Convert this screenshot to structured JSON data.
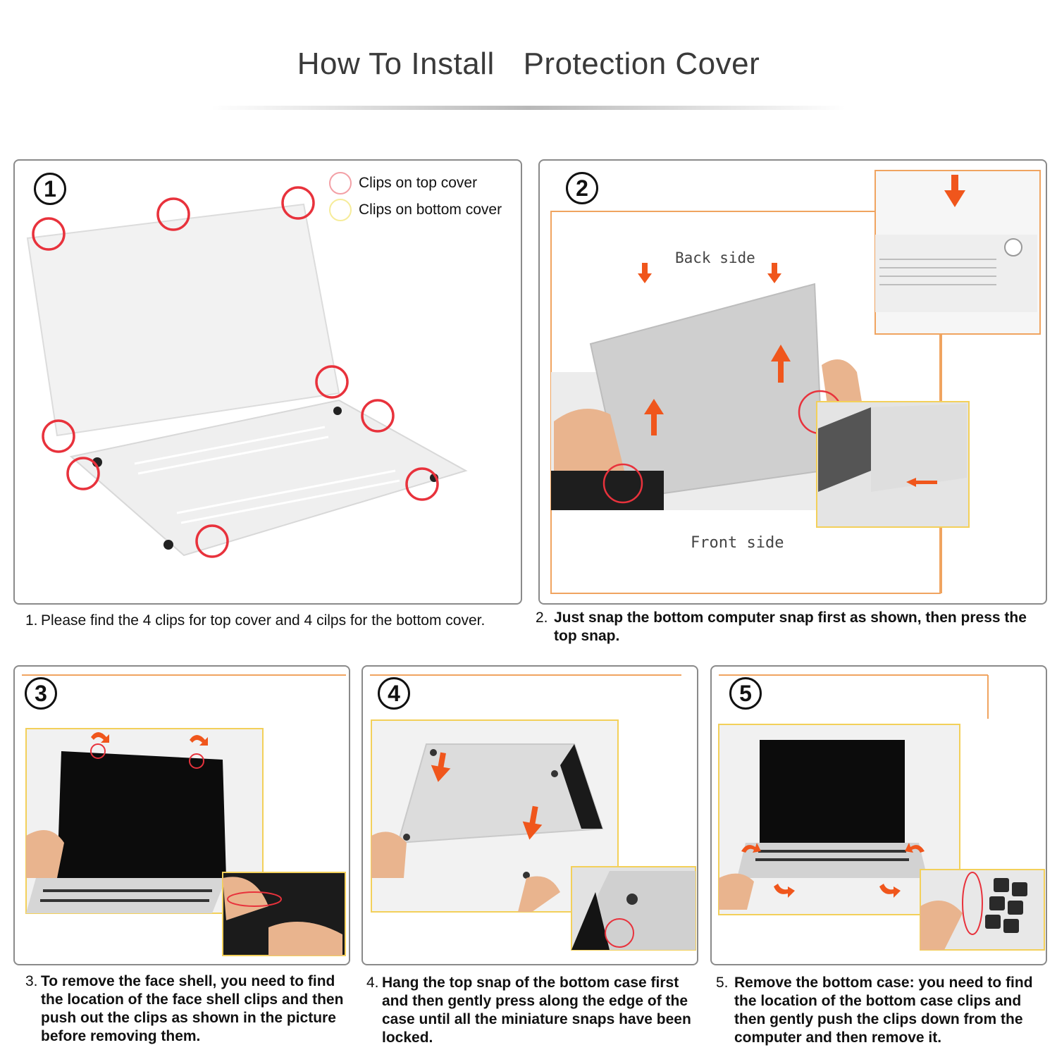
{
  "header": {
    "title_part1": "How To Install",
    "title_part2": "Protection Cover"
  },
  "steps": [
    {
      "number": "1",
      "legend": [
        {
          "label": "Clips on top cover",
          "color": "#e8323c"
        },
        {
          "label": "Clips on bottom cover",
          "color": "#f2dc3a"
        }
      ],
      "caption_num": "1.",
      "caption": "Please find the 4 clips for top cover and 4 cilps for the bottom cover."
    },
    {
      "number": "2",
      "back_label": "Back side",
      "front_label": "Front side",
      "caption_num": "2.",
      "caption": "Just snap the bottom computer snap first as shown, then press the top snap."
    },
    {
      "number": "3",
      "caption_num": "3.",
      "caption": "To remove the face shell, you need to find the location of the face shell clips and then push out the clips as shown in the picture before removing them."
    },
    {
      "number": "4",
      "caption_num": "4.",
      "caption": "Hang the top snap of the bottom case first and then gently press along the edge of the case until all the miniature snaps have been locked."
    },
    {
      "number": "5",
      "caption_num": "5.",
      "caption": "Remove the bottom case: you need to find the location of the bottom case clips and then gently push the clips down from the computer and then remove it."
    }
  ],
  "colors": {
    "clip_red": "#e8323c",
    "clip_yellow": "#f2dc3a",
    "frame_orange": "#f0a460",
    "arrow_orange": "#f0561c"
  }
}
